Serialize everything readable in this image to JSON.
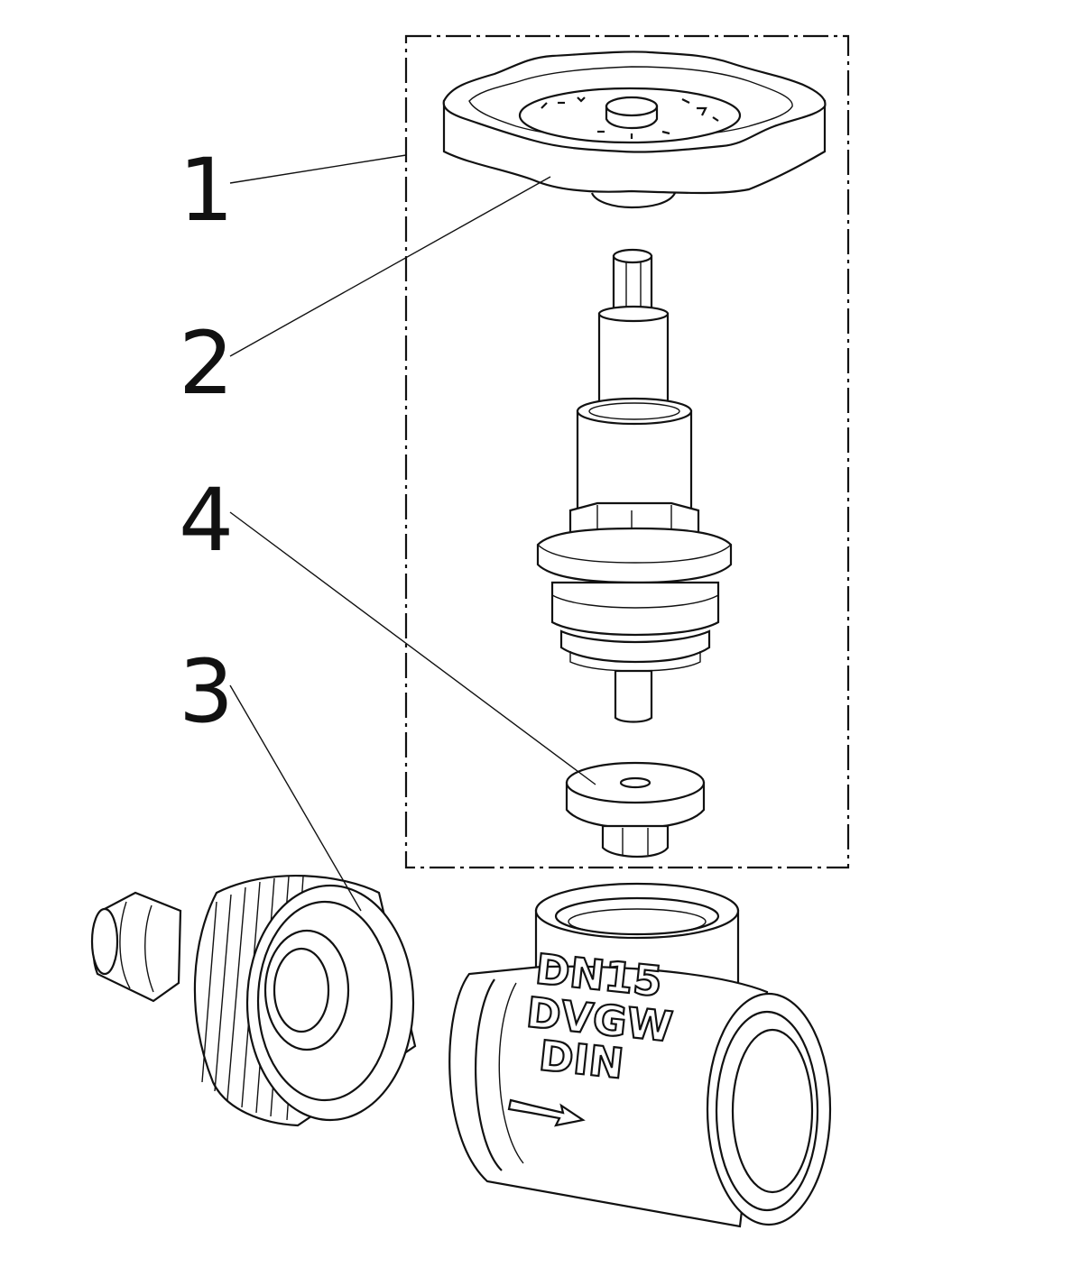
{
  "callouts": [
    {
      "id": "1",
      "label": "1"
    },
    {
      "id": "2",
      "label": "2"
    },
    {
      "id": "4",
      "label": "4"
    },
    {
      "id": "3",
      "label": "3"
    }
  ],
  "body_markings": {
    "line1": "DN15",
    "line2": "DVGW",
    "line3": "DIN"
  },
  "colors": {
    "line": "#111111",
    "background": "#ffffff"
  }
}
